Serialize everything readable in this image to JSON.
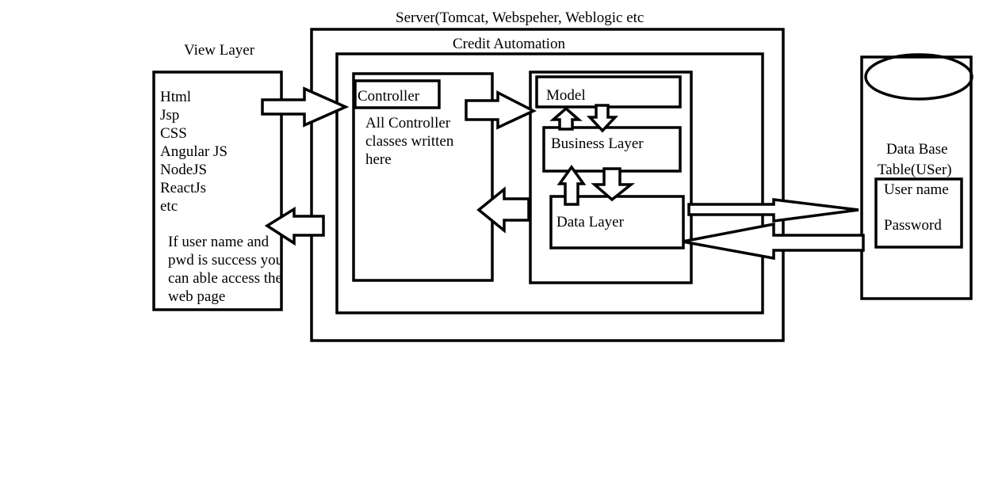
{
  "server": {
    "title": "Server(Tomcat, Webspeher, Weblogic etc"
  },
  "app": {
    "title": "Credit Automation"
  },
  "view_layer": {
    "title": "View Layer",
    "items": [
      "Html",
      "Jsp",
      "CSS",
      "Angular JS",
      "NodeJS",
      "ReactJs",
      "etc"
    ],
    "note": [
      "If user name and",
      "pwd is success you",
      "can able access the",
      "web page"
    ]
  },
  "controller": {
    "title": "Controller",
    "description": [
      "All Controller",
      "classes written",
      "here"
    ]
  },
  "model": {
    "title": "Model"
  },
  "business_layer": {
    "title": "Business Layer"
  },
  "data_layer": {
    "title": "Data Layer"
  },
  "database": {
    "title": [
      "Data Base",
      "Table(USer)"
    ],
    "fields": [
      "User name",
      "Password"
    ]
  }
}
